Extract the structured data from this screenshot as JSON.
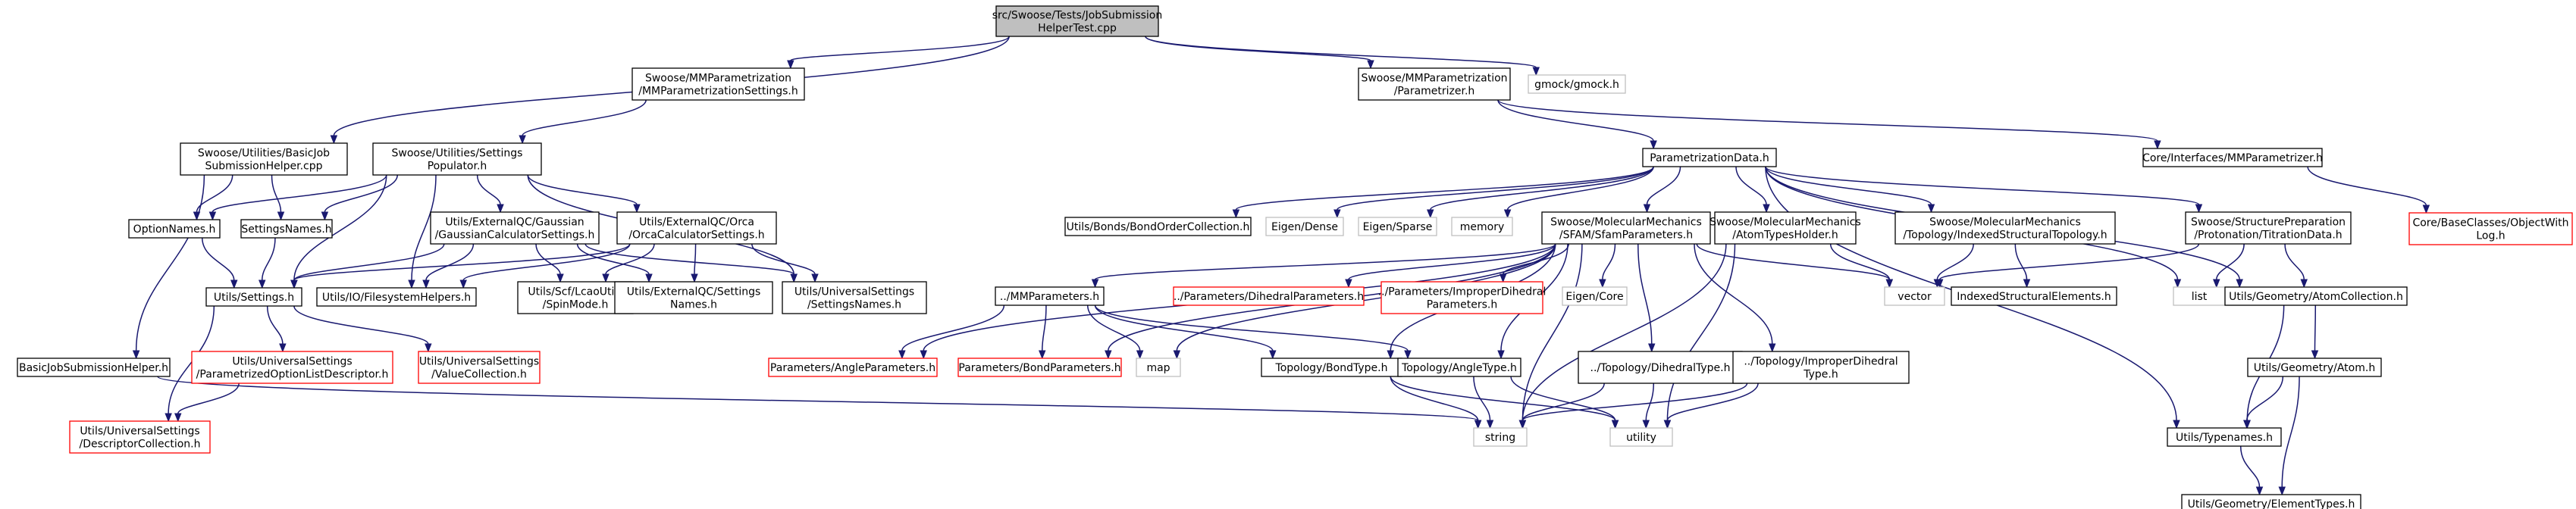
{
  "graph": {
    "nodes": [
      {
        "id": "root",
        "lines": [
          "src/Swoose/Tests/JobSubmission",
          "HelperTest.cpp"
        ],
        "style": "root"
      },
      {
        "id": "mmpsettings",
        "lines": [
          "Swoose/MMParametrization",
          "/MMParametrizationSettings.h"
        ],
        "style": "normal"
      },
      {
        "id": "parametrizer",
        "lines": [
          "Swoose/MMParametrization",
          "/Parametrizer.h"
        ],
        "style": "normal"
      },
      {
        "id": "gmock",
        "lines": [
          "gmock/gmock.h"
        ],
        "style": "gray"
      },
      {
        "id": "basicjobcpp",
        "lines": [
          "Swoose/Utilities/BasicJob",
          "SubmissionHelper.cpp"
        ],
        "style": "normal"
      },
      {
        "id": "settingspop",
        "lines": [
          "Swoose/Utilities/Settings",
          "Populator.h"
        ],
        "style": "normal"
      },
      {
        "id": "paramdata",
        "lines": [
          "ParametrizationData.h"
        ],
        "style": "normal"
      },
      {
        "id": "coremmparam",
        "lines": [
          "Core/Interfaces/MMParametrizer.h"
        ],
        "style": "normal"
      },
      {
        "id": "objwithlog",
        "lines": [
          "Core/BaseClasses/ObjectWith",
          "Log.h"
        ],
        "style": "red"
      },
      {
        "id": "optionnames",
        "lines": [
          "OptionNames.h"
        ],
        "style": "normal"
      },
      {
        "id": "settingsnames",
        "lines": [
          "SettingsNames.h"
        ],
        "style": "normal"
      },
      {
        "id": "gaussian",
        "lines": [
          "Utils/ExternalQC/Gaussian",
          "/GaussianCalculatorSettings.h"
        ],
        "style": "normal"
      },
      {
        "id": "orca",
        "lines": [
          "Utils/ExternalQC/Orca",
          "/OrcaCalculatorSettings.h"
        ],
        "style": "normal"
      },
      {
        "id": "bondorder",
        "lines": [
          "Utils/Bonds/BondOrderCollection.h"
        ],
        "style": "normal"
      },
      {
        "id": "eigendense",
        "lines": [
          "Eigen/Dense"
        ],
        "style": "gray"
      },
      {
        "id": "eigensparse",
        "lines": [
          "Eigen/Sparse"
        ],
        "style": "gray"
      },
      {
        "id": "memory",
        "lines": [
          "memory"
        ],
        "style": "gray"
      },
      {
        "id": "sfamparams",
        "lines": [
          "Swoose/MolecularMechanics",
          "/SFAM/SfamParameters.h"
        ],
        "style": "normal"
      },
      {
        "id": "atomtypes",
        "lines": [
          "Swoose/MolecularMechanics",
          "/AtomTypesHolder.h"
        ],
        "style": "normal"
      },
      {
        "id": "indexedtopo",
        "lines": [
          "Swoose/MolecularMechanics",
          "/Topology/IndexedStructuralTopology.h"
        ],
        "style": "normal"
      },
      {
        "id": "titration",
        "lines": [
          "Swoose/StructurePreparation",
          "/Protonation/TitrationData.h"
        ],
        "style": "normal"
      },
      {
        "id": "utilssettings",
        "lines": [
          "Utils/Settings.h"
        ],
        "style": "normal"
      },
      {
        "id": "fshelpers",
        "lines": [
          "Utils/IO/FilesystemHelpers.h"
        ],
        "style": "normal"
      },
      {
        "id": "spinmode",
        "lines": [
          "Utils/Scf/LcaoUtils",
          "/SpinMode.h"
        ],
        "style": "normal"
      },
      {
        "id": "extqcnames",
        "lines": [
          "Utils/ExternalQC/Settings",
          "Names.h"
        ],
        "style": "normal"
      },
      {
        "id": "unisettingsnames",
        "lines": [
          "Utils/UniversalSettings",
          "/SettingsNames.h"
        ],
        "style": "normal"
      },
      {
        "id": "eigencore",
        "lines": [
          "Eigen/Core"
        ],
        "style": "gray"
      },
      {
        "id": "vector",
        "lines": [
          "vector"
        ],
        "style": "gray"
      },
      {
        "id": "indexedelements",
        "lines": [
          "IndexedStructuralElements.h"
        ],
        "style": "normal"
      },
      {
        "id": "list",
        "lines": [
          "list"
        ],
        "style": "gray"
      },
      {
        "id": "atomcollection",
        "lines": [
          "Utils/Geometry/AtomCollection.h"
        ],
        "style": "normal"
      },
      {
        "id": "mmparameters",
        "lines": [
          "../MMParameters.h"
        ],
        "style": "normal"
      },
      {
        "id": "dihedralparams",
        "lines": [
          "../Parameters/DihedralParameters.h"
        ],
        "style": "red"
      },
      {
        "id": "improperparams",
        "lines": [
          "../Parameters/ImproperDihedral",
          "Parameters.h"
        ],
        "style": "red"
      },
      {
        "id": "basicjobh",
        "lines": [
          "BasicJobSubmissionHelper.h"
        ],
        "style": "normal"
      },
      {
        "id": "paramoptlist",
        "lines": [
          "Utils/UniversalSettings",
          "/ParametrizedOptionListDescriptor.h"
        ],
        "style": "red"
      },
      {
        "id": "valuecollection",
        "lines": [
          "Utils/UniversalSettings",
          "/ValueCollection.h"
        ],
        "style": "red"
      },
      {
        "id": "angleparams",
        "lines": [
          "Parameters/AngleParameters.h"
        ],
        "style": "red"
      },
      {
        "id": "bondparams",
        "lines": [
          "Parameters/BondParameters.h"
        ],
        "style": "red"
      },
      {
        "id": "map",
        "lines": [
          "map"
        ],
        "style": "gray"
      },
      {
        "id": "bondtype",
        "lines": [
          "Topology/BondType.h"
        ],
        "style": "normal"
      },
      {
        "id": "angletype",
        "lines": [
          "Topology/AngleType.h"
        ],
        "style": "normal"
      },
      {
        "id": "dihedraltype",
        "lines": [
          "../Topology/DihedralType.h"
        ],
        "style": "normal"
      },
      {
        "id": "impropertype",
        "lines": [
          "../Topology/ImproperDihedral",
          "Type.h"
        ],
        "style": "normal"
      },
      {
        "id": "atom",
        "lines": [
          "Utils/Geometry/Atom.h"
        ],
        "style": "normal"
      },
      {
        "id": "descriptorcoll",
        "lines": [
          "Utils/UniversalSettings",
          "/DescriptorCollection.h"
        ],
        "style": "red"
      },
      {
        "id": "string",
        "lines": [
          "string"
        ],
        "style": "gray"
      },
      {
        "id": "utility",
        "lines": [
          "utility"
        ],
        "style": "gray"
      },
      {
        "id": "typenames",
        "lines": [
          "Utils/Typenames.h"
        ],
        "style": "normal"
      },
      {
        "id": "elementtypes",
        "lines": [
          "Utils/Geometry/ElementTypes.h"
        ],
        "style": "normal"
      }
    ],
    "edges": [
      [
        "root",
        "mmpsettings"
      ],
      [
        "root",
        "parametrizer"
      ],
      [
        "root",
        "gmock"
      ],
      [
        "root",
        "basicjobcpp"
      ],
      [
        "mmpsettings",
        "settingspop"
      ],
      [
        "parametrizer",
        "paramdata"
      ],
      [
        "parametrizer",
        "coremmparam"
      ],
      [
        "coremmparam",
        "objwithlog"
      ],
      [
        "basicjobcpp",
        "optionnames"
      ],
      [
        "basicjobcpp",
        "settingsnames"
      ],
      [
        "basicjobcpp",
        "basicjobh"
      ],
      [
        "settingspop",
        "optionnames"
      ],
      [
        "settingspop",
        "settingsnames"
      ],
      [
        "settingspop",
        "gaussian"
      ],
      [
        "settingspop",
        "orca"
      ],
      [
        "settingspop",
        "utilssettings"
      ],
      [
        "settingspop",
        "fshelpers"
      ],
      [
        "settingspop",
        "unisettingsnames"
      ],
      [
        "optionnames",
        "utilssettings"
      ],
      [
        "settingsnames",
        "utilssettings"
      ],
      [
        "gaussian",
        "utilssettings"
      ],
      [
        "gaussian",
        "fshelpers"
      ],
      [
        "gaussian",
        "spinmode"
      ],
      [
        "gaussian",
        "extqcnames"
      ],
      [
        "gaussian",
        "unisettingsnames"
      ],
      [
        "orca",
        "utilssettings"
      ],
      [
        "orca",
        "fshelpers"
      ],
      [
        "orca",
        "spinmode"
      ],
      [
        "orca",
        "extqcnames"
      ],
      [
        "orca",
        "unisettingsnames"
      ],
      [
        "utilssettings",
        "paramoptlist"
      ],
      [
        "utilssettings",
        "valuecollection"
      ],
      [
        "utilssettings",
        "descriptorcoll"
      ],
      [
        "paramoptlist",
        "descriptorcoll"
      ],
      [
        "basicjobh",
        "string"
      ],
      [
        "paramdata",
        "bondorder"
      ],
      [
        "paramdata",
        "eigendense"
      ],
      [
        "paramdata",
        "eigensparse"
      ],
      [
        "paramdata",
        "memory"
      ],
      [
        "paramdata",
        "sfamparams"
      ],
      [
        "paramdata",
        "atomtypes"
      ],
      [
        "paramdata",
        "indexedtopo"
      ],
      [
        "paramdata",
        "titration"
      ],
      [
        "paramdata",
        "list"
      ],
      [
        "paramdata",
        "atomcollection"
      ],
      [
        "paramdata",
        "typenames"
      ],
      [
        "sfamparams",
        "mmparameters"
      ],
      [
        "sfamparams",
        "dihedralparams"
      ],
      [
        "sfamparams",
        "improperparams"
      ],
      [
        "sfamparams",
        "eigencore"
      ],
      [
        "sfamparams",
        "vector"
      ],
      [
        "sfamparams",
        "angleparams"
      ],
      [
        "sfamparams",
        "bondparams"
      ],
      [
        "sfamparams",
        "map"
      ],
      [
        "sfamparams",
        "bondtype"
      ],
      [
        "sfamparams",
        "angletype"
      ],
      [
        "sfamparams",
        "dihedraltype"
      ],
      [
        "sfamparams",
        "impropertype"
      ],
      [
        "sfamparams",
        "string"
      ],
      [
        "atomtypes",
        "vector"
      ],
      [
        "atomtypes",
        "string"
      ],
      [
        "atomtypes",
        "utility"
      ],
      [
        "indexedtopo",
        "vector"
      ],
      [
        "indexedtopo",
        "indexedelements"
      ],
      [
        "titration",
        "vector"
      ],
      [
        "titration",
        "list"
      ],
      [
        "titration",
        "atomcollection"
      ],
      [
        "mmparameters",
        "angleparams"
      ],
      [
        "mmparameters",
        "bondparams"
      ],
      [
        "mmparameters",
        "map"
      ],
      [
        "mmparameters",
        "bondtype"
      ],
      [
        "mmparameters",
        "angletype"
      ],
      [
        "bondtype",
        "string"
      ],
      [
        "bondtype",
        "utility"
      ],
      [
        "angletype",
        "string"
      ],
      [
        "angletype",
        "utility"
      ],
      [
        "dihedraltype",
        "string"
      ],
      [
        "dihedraltype",
        "utility"
      ],
      [
        "impropertype",
        "string"
      ],
      [
        "impropertype",
        "utility"
      ],
      [
        "atomcollection",
        "typenames"
      ],
      [
        "atomcollection",
        "atom"
      ],
      [
        "atom",
        "typenames"
      ],
      [
        "atom",
        "elementtypes"
      ],
      [
        "typenames",
        "elementtypes"
      ]
    ]
  }
}
